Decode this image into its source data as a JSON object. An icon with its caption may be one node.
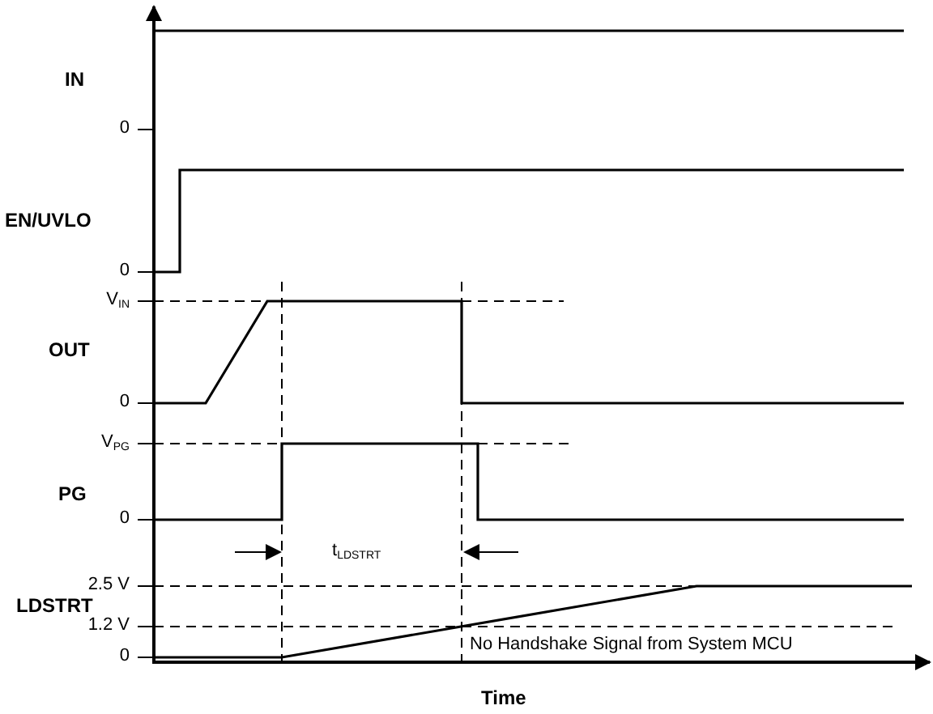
{
  "diagram": {
    "labels": [
      "IN",
      "0",
      "EN/UVLO",
      "0",
      "V$_{IN}$",
      "OUT",
      "0",
      "V$_{PG}$",
      "PG",
      "0",
      "t$_{LDSTRT}$",
      "2.5 V",
      "LDSTRT",
      "1.2 V",
      "0",
      "No Handshake Signal from System MCU",
      "Time"
    ]
  }
}
